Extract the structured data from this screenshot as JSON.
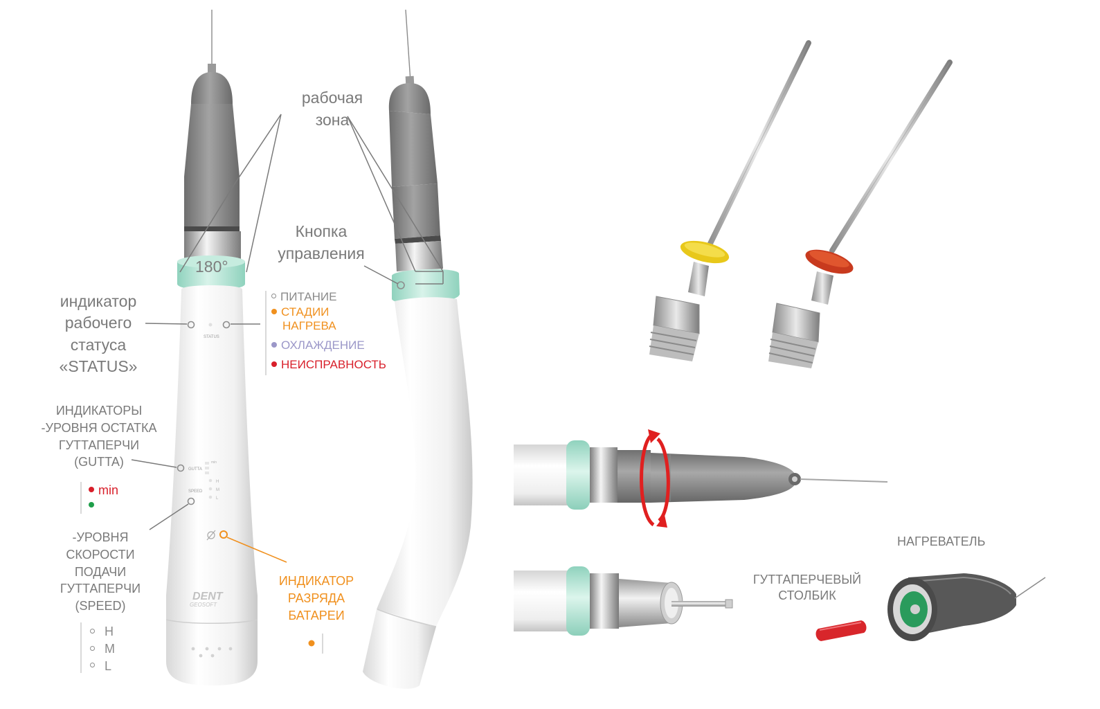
{
  "labels": {
    "work_zone_1": "рабочая",
    "work_zone_2": "зона",
    "control_button_1": "Кнопка",
    "control_button_2": "управления",
    "rotation_angle": "180°",
    "status_ind_1": "индикатор",
    "status_ind_2": "рабочего",
    "status_ind_3": "статуса",
    "status_ind_4": "«STATUS»",
    "gutta_ind_1": "ИНДИКАТОРЫ",
    "gutta_ind_2": "-УРОВНЯ ОСТАТКА",
    "gutta_ind_3": "ГУТТАПЕРЧИ",
    "gutta_ind_4": "(GUTTA)",
    "speed_ind_1": "-УРОВНЯ",
    "speed_ind_2": "СКОРОСТИ",
    "speed_ind_3": "ПОДАЧИ",
    "speed_ind_4": "ГУТТАПЕРЧИ",
    "speed_ind_5": "(SPEED)",
    "battery_ind_1": "ИНДИКАТОР",
    "battery_ind_2": "РАЗРЯДА",
    "battery_ind_3": "БАТАРЕИ",
    "heater": "НАГРЕВАТЕЛЬ",
    "gutta_stick_1": "ГУТТАПЕРЧЕВЫЙ",
    "gutta_stick_2": "СТОЛБИК"
  },
  "status_legend": [
    {
      "label": "ПИТАНИЕ",
      "color": "#8d8d8d",
      "hollow": true
    },
    {
      "label": "СТАДИИ",
      "label2": "НАГРЕВА",
      "color": "#f0901e",
      "hollow": false
    },
    {
      "label": "ОХЛАЖДЕНИЕ",
      "color": "#9b97c8",
      "hollow": false
    },
    {
      "label": "НЕИСПРАВНОСТЬ",
      "color": "#d81f2a",
      "hollow": false
    }
  ],
  "gutta_legend": [
    {
      "label": "min",
      "color": "#d81f2a"
    },
    {
      "label": "",
      "color": "#1f9e4a"
    }
  ],
  "speed_legend": [
    "H",
    "M",
    "L"
  ],
  "device_marks": {
    "status": "STATUS",
    "gutta": "GUTTA",
    "speed": "SPEED",
    "gutta_min": "min",
    "speed_levels": [
      "H",
      "M",
      "L"
    ],
    "brand_1": "DENT",
    "brand_2": "GEOSOFT"
  },
  "colors": {
    "label_gray": "#7a7a7a",
    "orange": "#f0901e",
    "red": "#d81f2a",
    "mint": "#a9e0cf",
    "yellow": "#e8c81a",
    "redcap": "#c83a1e"
  }
}
